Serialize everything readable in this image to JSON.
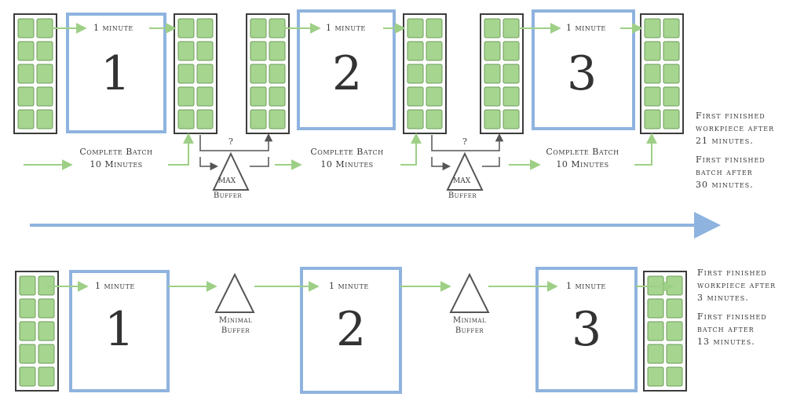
{
  "colors": {
    "station_border": "#8fb3df",
    "arrow": "#9ecf86",
    "cell_fill": "#a6d590",
    "cell_border": "#6c9c58",
    "tray_border": "#3c3c3c",
    "timeline": "#8fb3df",
    "buffer": "#555555"
  },
  "top_row": {
    "stations": [
      {
        "number": "1",
        "time_label": "1 minute"
      },
      {
        "number": "2",
        "time_label": "1 minute"
      },
      {
        "number": "3",
        "time_label": "1 minute"
      }
    ],
    "batch_labels": [
      {
        "line1": "Complete Batch",
        "line2": "10 Minutes"
      },
      {
        "line1": "Complete Batch",
        "line2": "10 Minutes"
      },
      {
        "line1": "Complete Batch",
        "line2": "10 Minutes"
      }
    ],
    "buffers": [
      {
        "question": "?",
        "triangle_text": "MAX",
        "label": "Buffer"
      },
      {
        "question": "?",
        "triangle_text": "MAX",
        "label": "Buffer"
      }
    ],
    "note_lines": [
      "First finished",
      "workpiece after",
      "21 minutes.",
      "First finished",
      "batch after",
      "30 minutes."
    ]
  },
  "bottom_row": {
    "stations": [
      {
        "number": "1",
        "time_label": "1 minute"
      },
      {
        "number": "2",
        "time_label": "1 minute"
      },
      {
        "number": "3",
        "time_label": "1 minute"
      }
    ],
    "buffers": [
      {
        "line1": "Minimal",
        "line2": "Buffer"
      },
      {
        "line1": "Minimal",
        "line2": "Buffer"
      }
    ],
    "note_lines": [
      "First finished",
      "workpiece after",
      "3 minutes.",
      "First finished",
      "batch after",
      "13 minutes."
    ]
  }
}
